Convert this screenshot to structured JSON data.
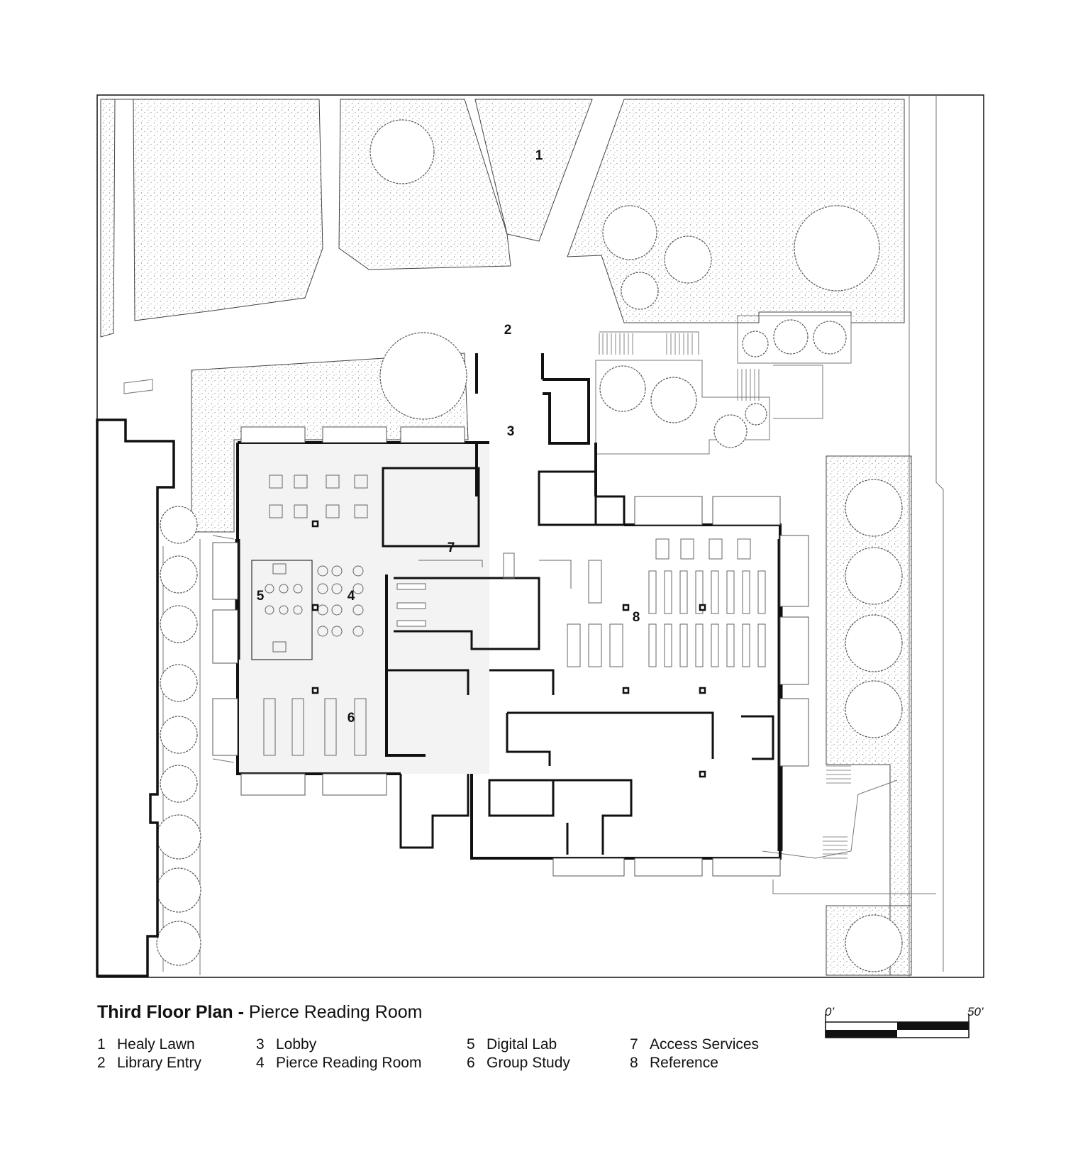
{
  "caption": {
    "title_bold": "Third Floor Plan",
    "separator": " - ",
    "title_rest": "Pierce Reading Room"
  },
  "legend": [
    {
      "number": "1",
      "label": "Healy  Lawn"
    },
    {
      "number": "2",
      "label": "Library Entry"
    },
    {
      "number": "3",
      "label": "Lobby"
    },
    {
      "number": "4",
      "label": "Pierce Reading Room"
    },
    {
      "number": "5",
      "label": "Digital Lab"
    },
    {
      "number": "6",
      "label": "Group Study"
    },
    {
      "number": "7",
      "label": "Access Services"
    },
    {
      "number": "8",
      "label": "Reference"
    }
  ],
  "scale_bar": {
    "start_label": "0’",
    "end_label": "50’"
  },
  "colors": {
    "line": "#111111",
    "stipple": "#9a9a9a",
    "reading_room_fill": "#f3f3f3"
  }
}
